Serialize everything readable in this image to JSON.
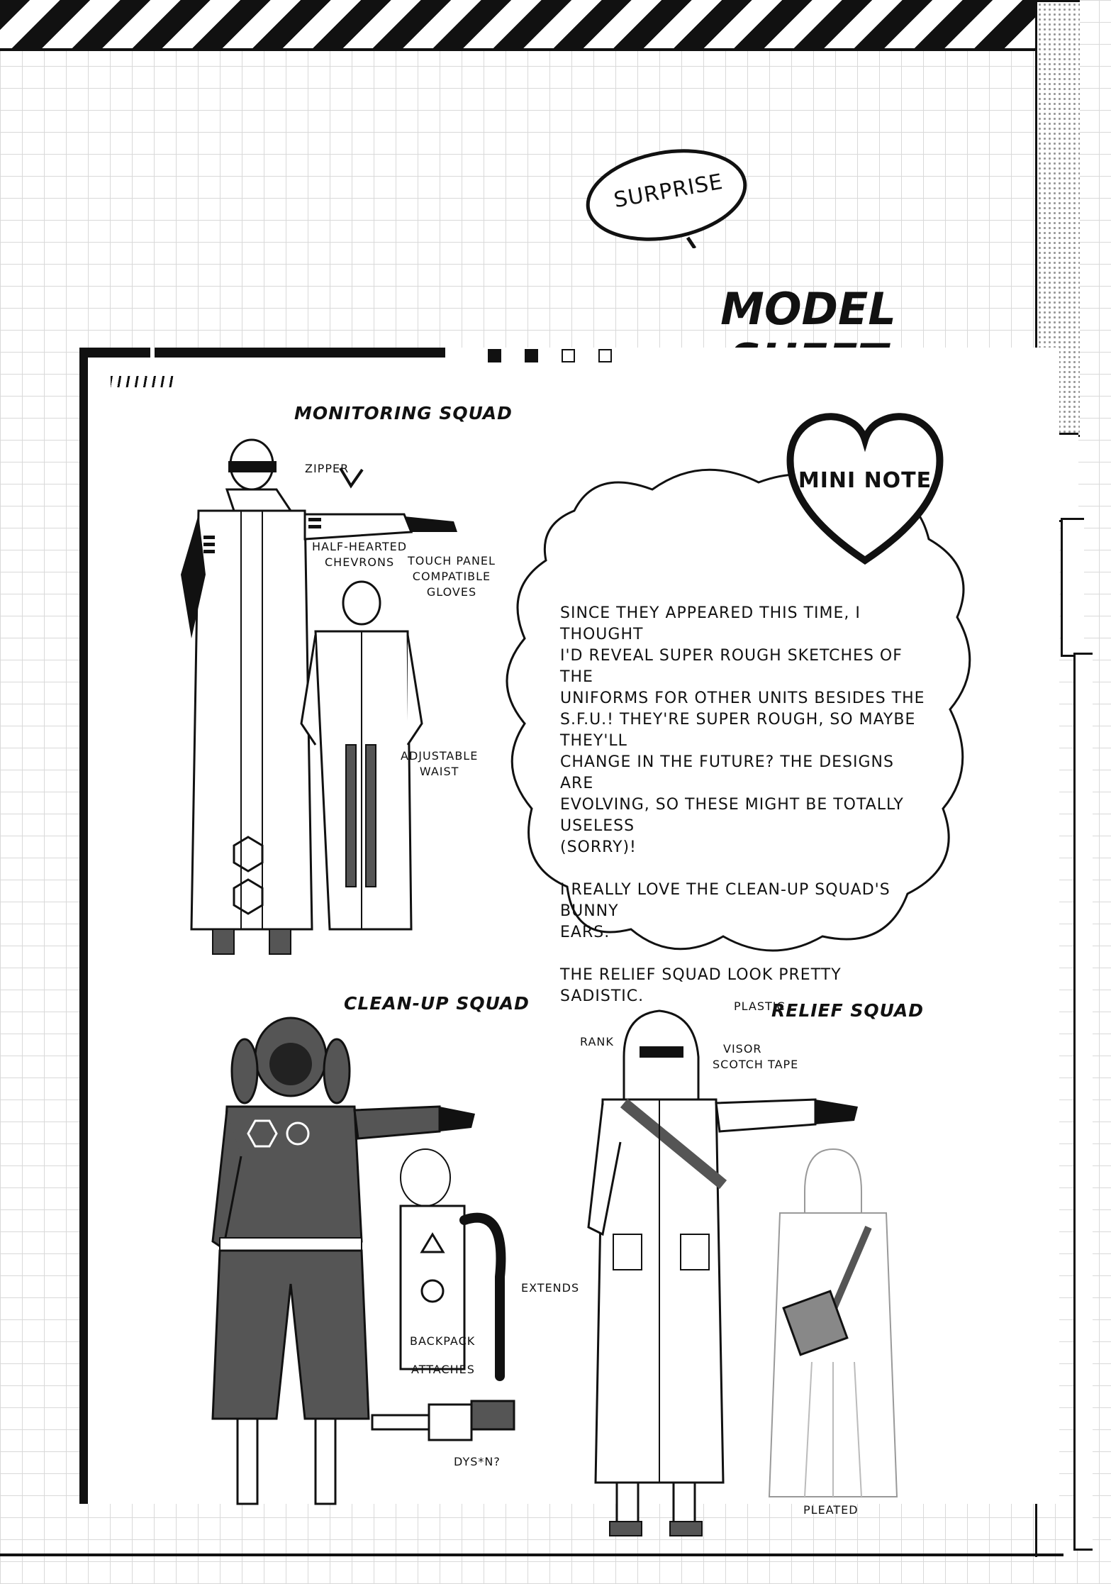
{
  "page": {
    "surprise": "SURPRISE",
    "title_line1": "MODEL",
    "title_line2": "SHEET"
  },
  "sections": {
    "monitoring": "MONITORING SQUAD",
    "cleanup": "CLEAN-UP SQUAD",
    "relief": "RELIEF SQUAD"
  },
  "labels": {
    "zipper": "ZIPPER",
    "chevrons": "HALF-HEARTED\nCHEVRONS",
    "gloves": "TOUCH PANEL\nCOMPATIBLE\nGLOVES",
    "waist": "ADJUSTABLE\nWAIST",
    "extends": "EXTENDS",
    "backpack": "BACKPACK",
    "attaches": "ATTACHES",
    "dyson": "DYS*N?",
    "plastic": "PLASTIC",
    "visor": "VISOR",
    "tape": "SCOTCH TAPE",
    "rank": "RANK",
    "pleated": "PLEATED"
  },
  "note": {
    "heading": "MINI NOTE",
    "paragraphs": [
      "SINCE THEY APPEARED THIS TIME, I THOUGHT\nI'D REVEAL SUPER ROUGH SKETCHES OF THE\nUNIFORMS FOR OTHER UNITS BESIDES THE\nS.F.U.! THEY'RE SUPER ROUGH, SO MAYBE THEY'LL\nCHANGE IN THE FUTURE? THE DESIGNS ARE\nEVOLVING, SO THESE MIGHT BE TOTALLY USELESS\n(SORRY)!",
      "I REALLY LOVE THE CLEAN-UP SQUAD'S BUNNY\nEARS.",
      "THE RELIEF SQUAD LOOK PRETTY SADISTIC."
    ]
  },
  "colors": {
    "ink": "#111111",
    "grid": "#d9d9d9",
    "suit": "#555555",
    "paper": "#ffffff"
  }
}
